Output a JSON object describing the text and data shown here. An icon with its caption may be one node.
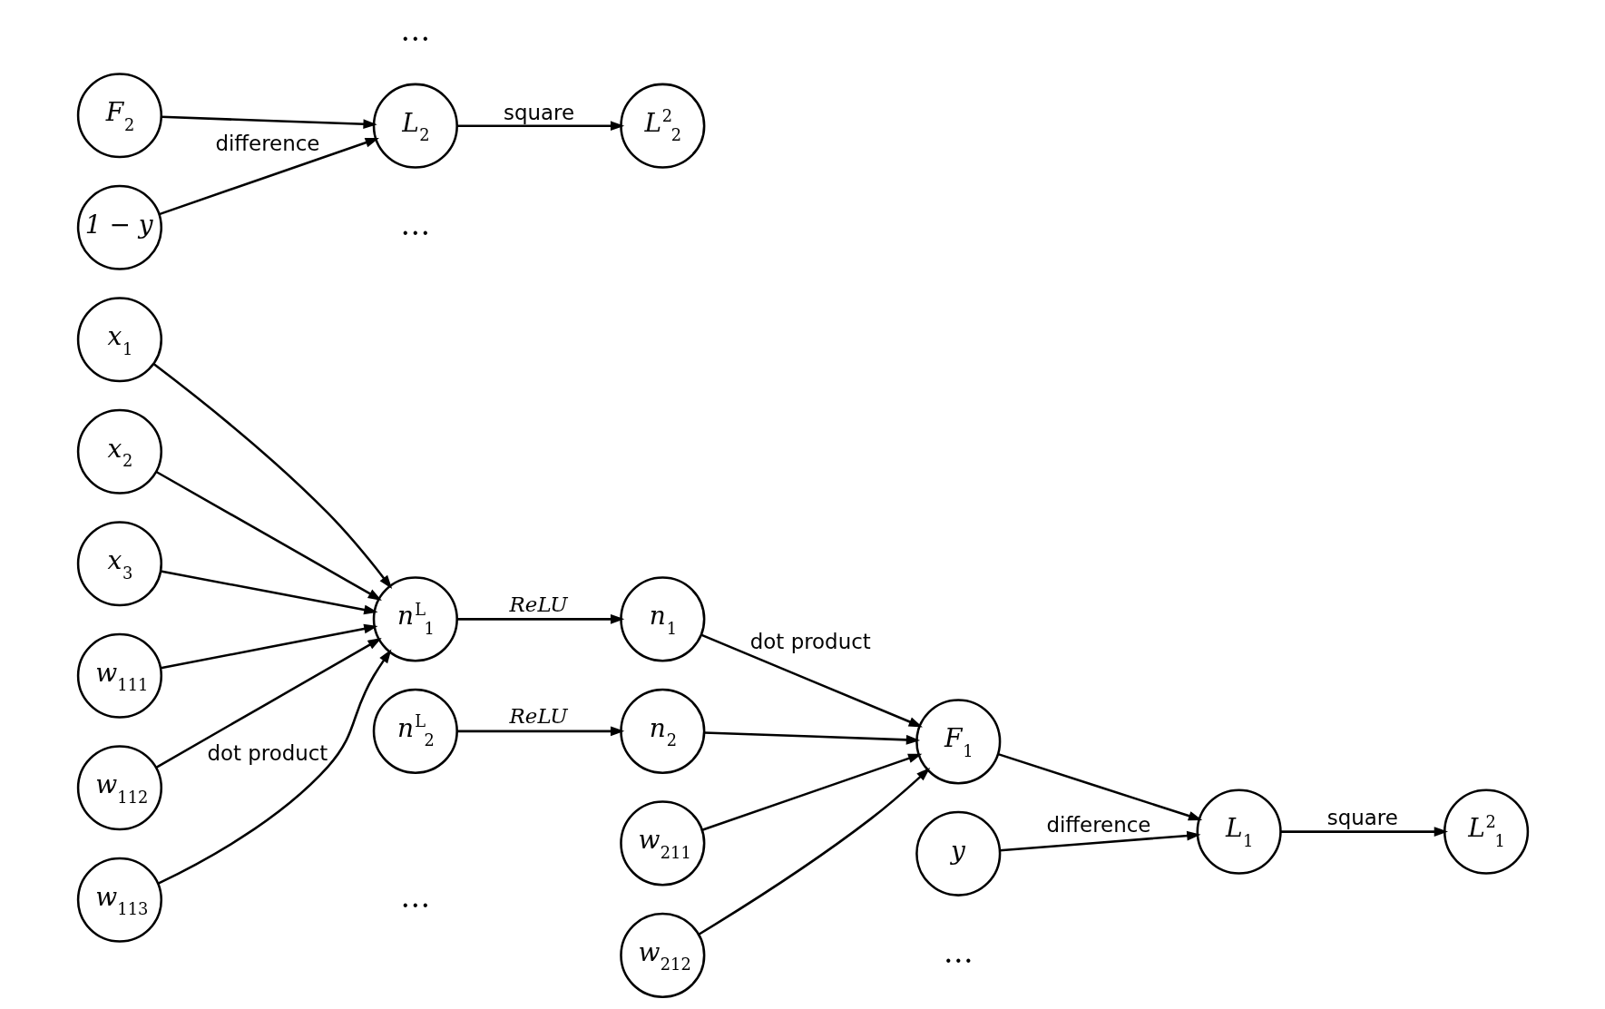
{
  "diagram": {
    "nodes": [
      {
        "text": [
          "x$_{1}$"
        ]
      },
      {
        "text": [
          "x$_{2}$"
        ]
      },
      {
        "text": [
          "x$_{3}$"
        ]
      },
      {
        "text": [
          "w$_{111}$"
        ]
      },
      {
        "text": [
          "w$_{112}$"
        ]
      },
      {
        "text": [
          "w$_{113}$"
        ]
      },
      {
        "text": [
          "n$^{L}$$_{1}$"
        ]
      },
      {
        "text": [
          "n$^{L}$$_{2}$"
        ]
      },
      {
        "text": [
          "n$_{1}$"
        ]
      },
      {
        "text": [
          "n$_{2}$"
        ]
      },
      {
        "text": [
          "w$_{211}$"
        ]
      },
      {
        "text": [
          "w$_{212}$"
        ]
      },
      {
        "text": [
          "F$_{1}$"
        ]
      },
      {
        "text": [
          "y"
        ]
      },
      {
        "text": [
          "L$_{1}$"
        ]
      },
      {
        "text": [
          "L$^{2}$$_{1}$"
        ]
      },
      {
        "text": [
          "F$_{2}$"
        ]
      },
      {
        "text": [
          "1 − y"
        ]
      },
      {
        "text": [
          "L$_{2}$"
        ]
      },
      {
        "text": [
          "L$^{2}$$_{2}$"
        ]
      }
    ],
    "edges": [
      {
        "from": 0,
        "to": 6,
        "arrow": "to"
      },
      {
        "from": 1,
        "to": 6,
        "arrow": "to"
      },
      {
        "from": 2,
        "to": 6,
        "arrow": "to"
      },
      {
        "from": 3,
        "to": 6,
        "arrow": "to"
      },
      {
        "from": 4,
        "to": 6,
        "arrow": "to"
      },
      {
        "from": 5,
        "to": 6,
        "arrow": "to",
        "label": "dot product"
      },
      {
        "from": 6,
        "to": 8,
        "arrow": "to",
        "label": "ReLU"
      },
      {
        "from": 7,
        "to": 9,
        "arrow": "to",
        "label": "ReLU"
      },
      {
        "from": 8,
        "to": 12,
        "arrow": "to",
        "label": "dot product"
      },
      {
        "from": 9,
        "to": 12,
        "arrow": "to"
      },
      {
        "from": 10,
        "to": 12,
        "arrow": "to"
      },
      {
        "from": 11,
        "to": 12,
        "arrow": "to"
      },
      {
        "from": 12,
        "to": 14,
        "arrow": "to"
      },
      {
        "from": 13,
        "to": 14,
        "arrow": "to",
        "label": "difference"
      },
      {
        "from": 14,
        "to": 15,
        "arrow": "to",
        "label": "square"
      },
      {
        "from": 16,
        "to": 18,
        "arrow": "to"
      },
      {
        "from": 17,
        "to": 18,
        "arrow": "to",
        "label": "difference"
      },
      {
        "from": 18,
        "to": 19,
        "arrow": "to",
        "label": "square"
      }
    ],
    "labels": [
      "…",
      "…",
      "…",
      "…"
    ]
  }
}
